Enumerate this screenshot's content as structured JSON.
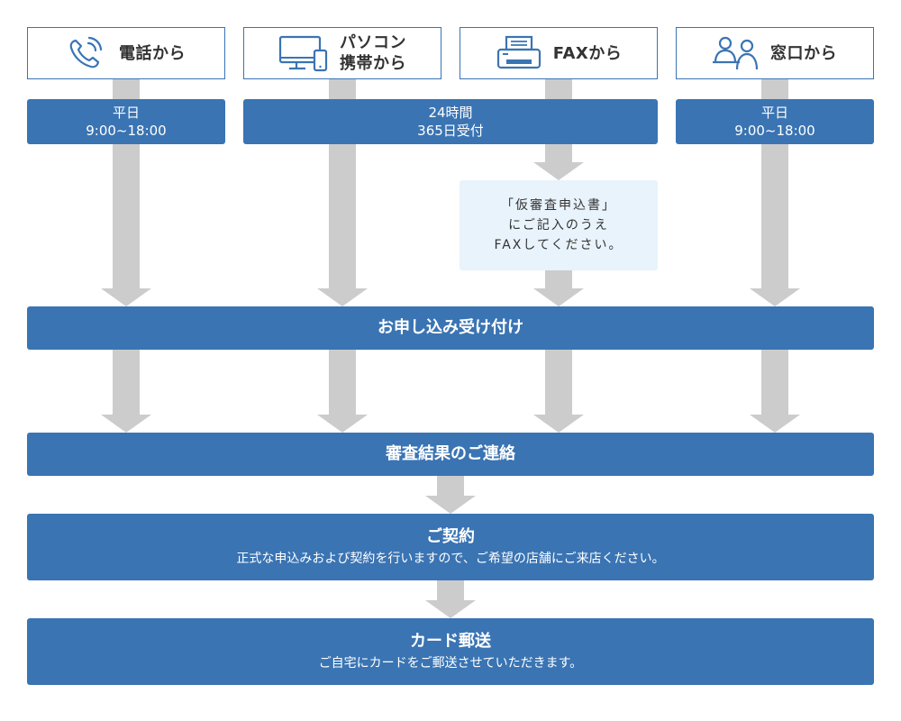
{
  "channels": [
    {
      "id": "phone",
      "icon": "phone-icon",
      "label": [
        "電話から"
      ]
    },
    {
      "id": "pc",
      "icon": "computer-mobile-icon",
      "label": [
        "パソコン",
        "携帯から"
      ]
    },
    {
      "id": "fax",
      "icon": "fax-icon",
      "label": [
        "FAXから"
      ]
    },
    {
      "id": "counter",
      "icon": "people-icon",
      "label": [
        "窓口から"
      ]
    }
  ],
  "hours": {
    "phone": [
      "平日",
      "9:00~18:00"
    ],
    "online": [
      "24時間",
      "365日受付"
    ],
    "counter": [
      "平日",
      "9:00~18:00"
    ]
  },
  "fax_note": [
    "「仮審査申込書」",
    "にご記入のうえ",
    "FAXしてください。"
  ],
  "steps": [
    {
      "title": "お申し込み受け付け",
      "desc": ""
    },
    {
      "title": "審査結果のご連絡",
      "desc": ""
    },
    {
      "title": "ご契約",
      "desc": "正式な申込みおよび契約を行いますので、ご希望の店舗にご来店ください。"
    },
    {
      "title": "カード郵送",
      "desc": "ご自宅にカードをご郵送させていただきます。"
    }
  ],
  "colors": {
    "primary": "#3a74b3",
    "arrow": "#cccccc",
    "note_bg": "#e8f3fb"
  }
}
